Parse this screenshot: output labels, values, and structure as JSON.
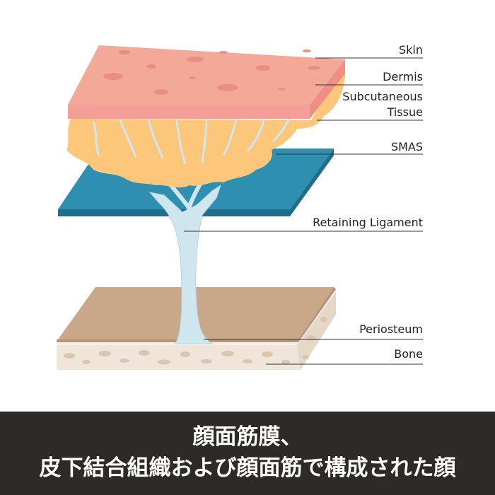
{
  "labels": {
    "skin": "Skin",
    "dermis": "Dermis",
    "subcutaneous_line1": "Subcutaneous",
    "subcutaneous_line2": "Tissue",
    "smas": "SMAS",
    "retaining_ligament": "Retaining Ligament",
    "periosteum": "Periosteum",
    "bone": "Bone"
  },
  "caption": {
    "line1": "顔面筋膜、",
    "line2": "皮下結合組織および顔面筋で構成された顔"
  },
  "colors": {
    "skin": "#f4a898",
    "dermis": "#f39e96",
    "subcutaneous": "#fdc77b",
    "smas": "#2f8fb0",
    "ligament": "#cfe6ef",
    "periosteum": "#c9a88a",
    "bone": "#efe5d8",
    "caption_bg": "#2d2a28"
  }
}
